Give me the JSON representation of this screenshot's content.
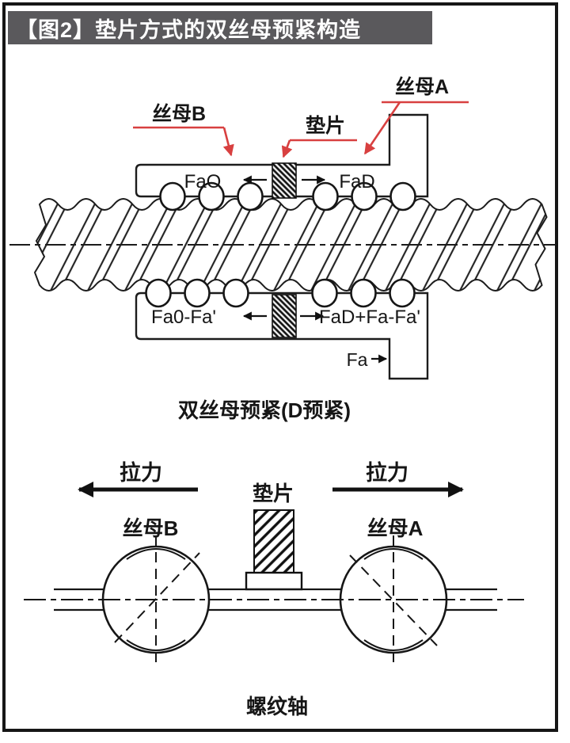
{
  "colors": {
    "accent_red": "#d84040",
    "title_bg": "#5a595c",
    "title_fg": "#ffffff",
    "ink": "#1c1c1c"
  },
  "title": {
    "text": "【图2】垫片方式的双丝母预紧构造"
  },
  "top": {
    "nut_b": "丝母B",
    "spacer": "垫片",
    "nut_a": "丝母A",
    "fa_o": "FaO",
    "fa_d": "FaD",
    "fa0_fa": "Fa0-Fa'",
    "fad_fa_fa": "FaD+Fa-Fa'",
    "fa": "Fa",
    "caption": "双丝母预紧(D预紧)"
  },
  "bottom": {
    "pull_left": "拉力",
    "pull_right": "拉力",
    "spacer": "垫片",
    "nut_b": "丝母B",
    "nut_a": "丝母A",
    "caption": "螺纹轴"
  }
}
